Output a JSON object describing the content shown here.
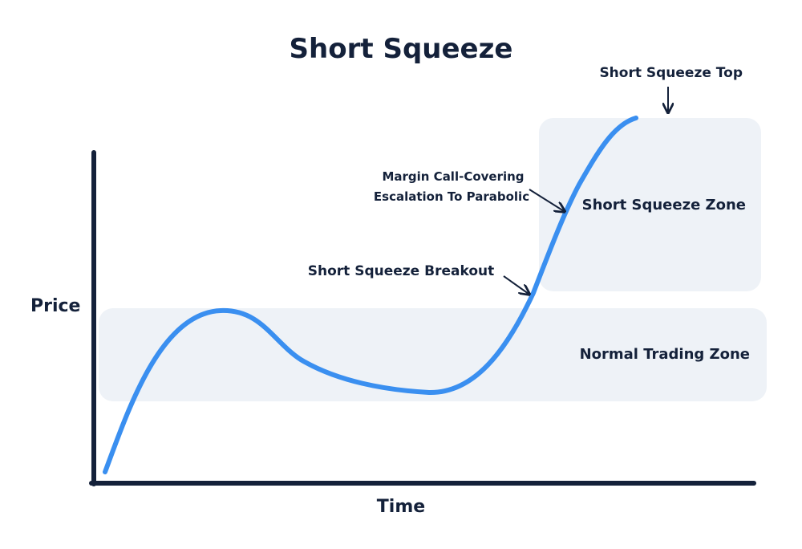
{
  "title": "Short Squeeze",
  "axes": {
    "y_label": "Price",
    "x_label": "Time"
  },
  "zones": {
    "normal": "Normal Trading Zone",
    "squeeze": "Short Squeeze Zone"
  },
  "annotations": {
    "top": "Short Squeeze Top",
    "margin_line1": "Margin Call-Covering",
    "margin_line2": "Escalation To Parabolic",
    "breakout": "Short Squeeze Breakout"
  },
  "colors": {
    "curve": "#3a8ff0",
    "zone_fill": "#eef2f7",
    "ink": "#14213a"
  }
}
